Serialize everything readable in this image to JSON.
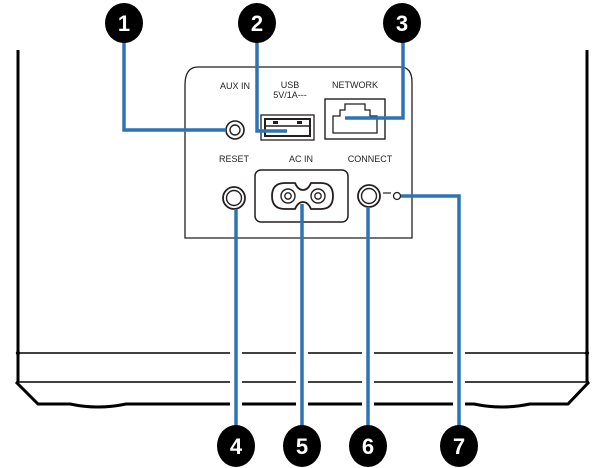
{
  "title": "Rear panel connections",
  "colors": {
    "outline": "#000000",
    "panel_outline": "#231f20",
    "leader": "#2e74b5",
    "callout_fill": "#000000",
    "callout_text": "#ffffff",
    "background": "#ffffff"
  },
  "ports": {
    "aux_in": "AUX IN",
    "usb_line1": "USB",
    "usb_line2": "5V/1A---",
    "network": "NETWORK",
    "reset": "RESET",
    "ac_in": "AC IN",
    "connect": "CONNECT"
  },
  "callouts": [
    {
      "number": "1",
      "target": "AUX IN jack"
    },
    {
      "number": "2",
      "target": "USB port"
    },
    {
      "number": "3",
      "target": "NETWORK port"
    },
    {
      "number": "4",
      "target": "RESET button"
    },
    {
      "number": "5",
      "target": "AC IN inlet"
    },
    {
      "number": "6",
      "target": "CONNECT button"
    },
    {
      "number": "7",
      "target": "Status indicator"
    }
  ]
}
